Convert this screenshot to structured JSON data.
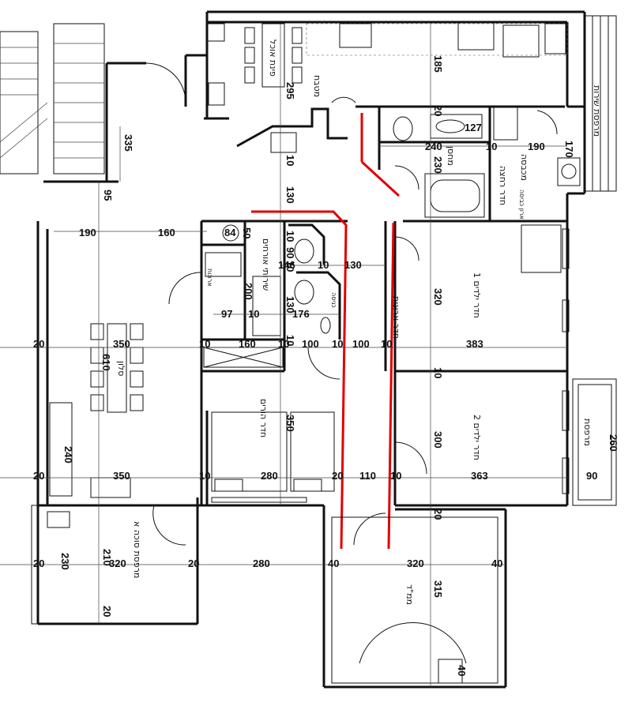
{
  "rooms": {
    "kitchen": "מטבח",
    "dining_area": "פינת אוכל",
    "living": "סלון",
    "bedroom_1": "חדר ילדים 1",
    "bedroom_2": "חדר ילדים 2",
    "parents_room": "חדר הורים",
    "service_balcony": "מרפסת שירות",
    "balcony": "מרפסת",
    "dressing_room": "חדר ארונות",
    "shower_room": "חדר רחצה",
    "guest_toilet": "שירותי אורחים",
    "laundry": "מכבסה",
    "safe_room": "ממ\"ד",
    "sukkah_balcony": "מרפסת סוכה א",
    "storage": "מחסן",
    "wardrobe": "ארונות",
    "laundry_cabinet": "ארון כביסה",
    "entry": "כניסה"
  },
  "dimensions": {
    "h_row1": [
      "190",
      "160"
    ],
    "h_row2": [
      "146",
      "10",
      "130"
    ],
    "h_row3": [
      "97",
      "10",
      "176"
    ],
    "h_row4": [
      "20",
      "350",
      "10",
      "160",
      "10",
      "100",
      "10",
      "100",
      "10",
      "383"
    ],
    "h_row5": [
      "20",
      "350",
      "10",
      "280",
      "20",
      "110",
      "10",
      "363",
      "90"
    ],
    "h_row6": [
      "20",
      "320",
      "20",
      "280",
      "40",
      "320",
      "40"
    ],
    "h_top_right": [
      "240",
      "10",
      "190"
    ],
    "v_col1": [
      "295",
      "10",
      "130",
      "10",
      "90",
      "10",
      "200",
      "10",
      "350"
    ],
    "v_col2": [
      "185",
      "20",
      "230",
      "320",
      "10",
      "300",
      "20",
      "315"
    ],
    "v_col3": [
      "335",
      "95"
    ],
    "misc": [
      "84",
      "50",
      "127",
      "170",
      "610",
      "240",
      "260",
      "230",
      "210",
      "20",
      "40",
      "130"
    ]
  },
  "colors": {
    "lines": "#111111",
    "red_marks": "#e00000",
    "background": "#ffffff"
  }
}
